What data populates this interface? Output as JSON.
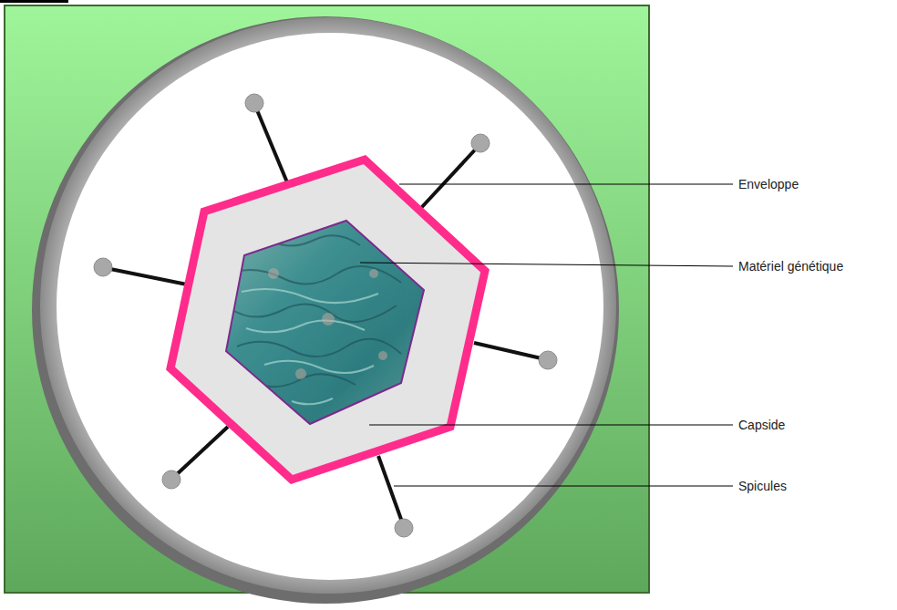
{
  "diagram": {
    "labels": [
      "Enveloppe",
      "Matériel génétique",
      "Capside",
      "Spicules"
    ]
  }
}
